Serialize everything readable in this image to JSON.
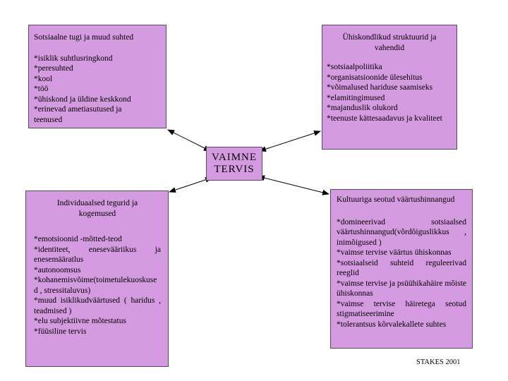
{
  "center_label": "VAIMNE TERVIS",
  "boxes": {
    "social": {
      "title": "Sotsiaalne tugi ja muud suhted",
      "items": [
        "*isiklik suhtlusringkond",
        "*peresuhted",
        "*kool",
        "*töö",
        "*ühiskond ja üldine keskkond",
        "*erinevad ametiasutused ja teenused"
      ]
    },
    "structural": {
      "title": "Ühiskondlikud struktuurid ja vahendid",
      "items": [
        "*sotsiaalpoliitika",
        "*organisatsioonide ülesehitus",
        "*võimalused hariduse saamiseks",
        "*elamitingimused",
        "*majanduslik olukord",
        "*teenuste kättesaadavus ja kvaliteet"
      ]
    },
    "individual": {
      "title": "Individuaalsed tegurid ja kogemused",
      "items": [
        "*emotsioonid -mõtted-teod",
        "*identiteet, enesevääriikus ja enesemääratlus",
        "*autonoomsus",
        "*kohanemisvõime(toimetulekuoskused , stressitaluvus)",
        "*muud isiklikudväärtused ( haridus , teadmised )",
        "*elu subjektiivne mõtestatus",
        "*füüsiline tervis"
      ]
    },
    "cultural": {
      "title": "Kultuuriga seotud väärtushinnangud",
      "items": [
        "*domineerivad sotsiaalsed väärtushinnangud(võrdõiguslikkus , inimõigused )",
        "*vaimse tervise väärtus ühiskonnas",
        "*sotsiaalseid suhteid reguleerivad reeglid",
        "*vaimse tervise ja psüühikahäire mõiste ühiskonnas",
        "*vaimse tervise häiretega seotud stigmatiseerimine",
        "*tolerantsus kõrvalekallete suhtes"
      ]
    }
  },
  "credit": "STAKES 2001",
  "colors": {
    "box_fill": "#d59be0",
    "box_border": "#5a4a5f",
    "arrow": "#000000"
  }
}
